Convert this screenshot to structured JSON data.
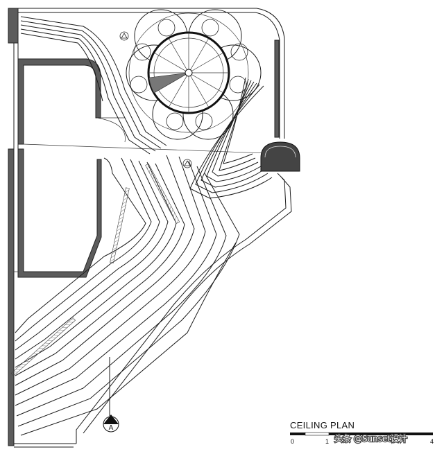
{
  "title": "CEILING PLAN",
  "scale_bar": {
    "ticks": [
      "0",
      "1",
      "4"
    ]
  },
  "section_marker": {
    "label": "A"
  },
  "watermark": "头条 @Sunset设计"
}
